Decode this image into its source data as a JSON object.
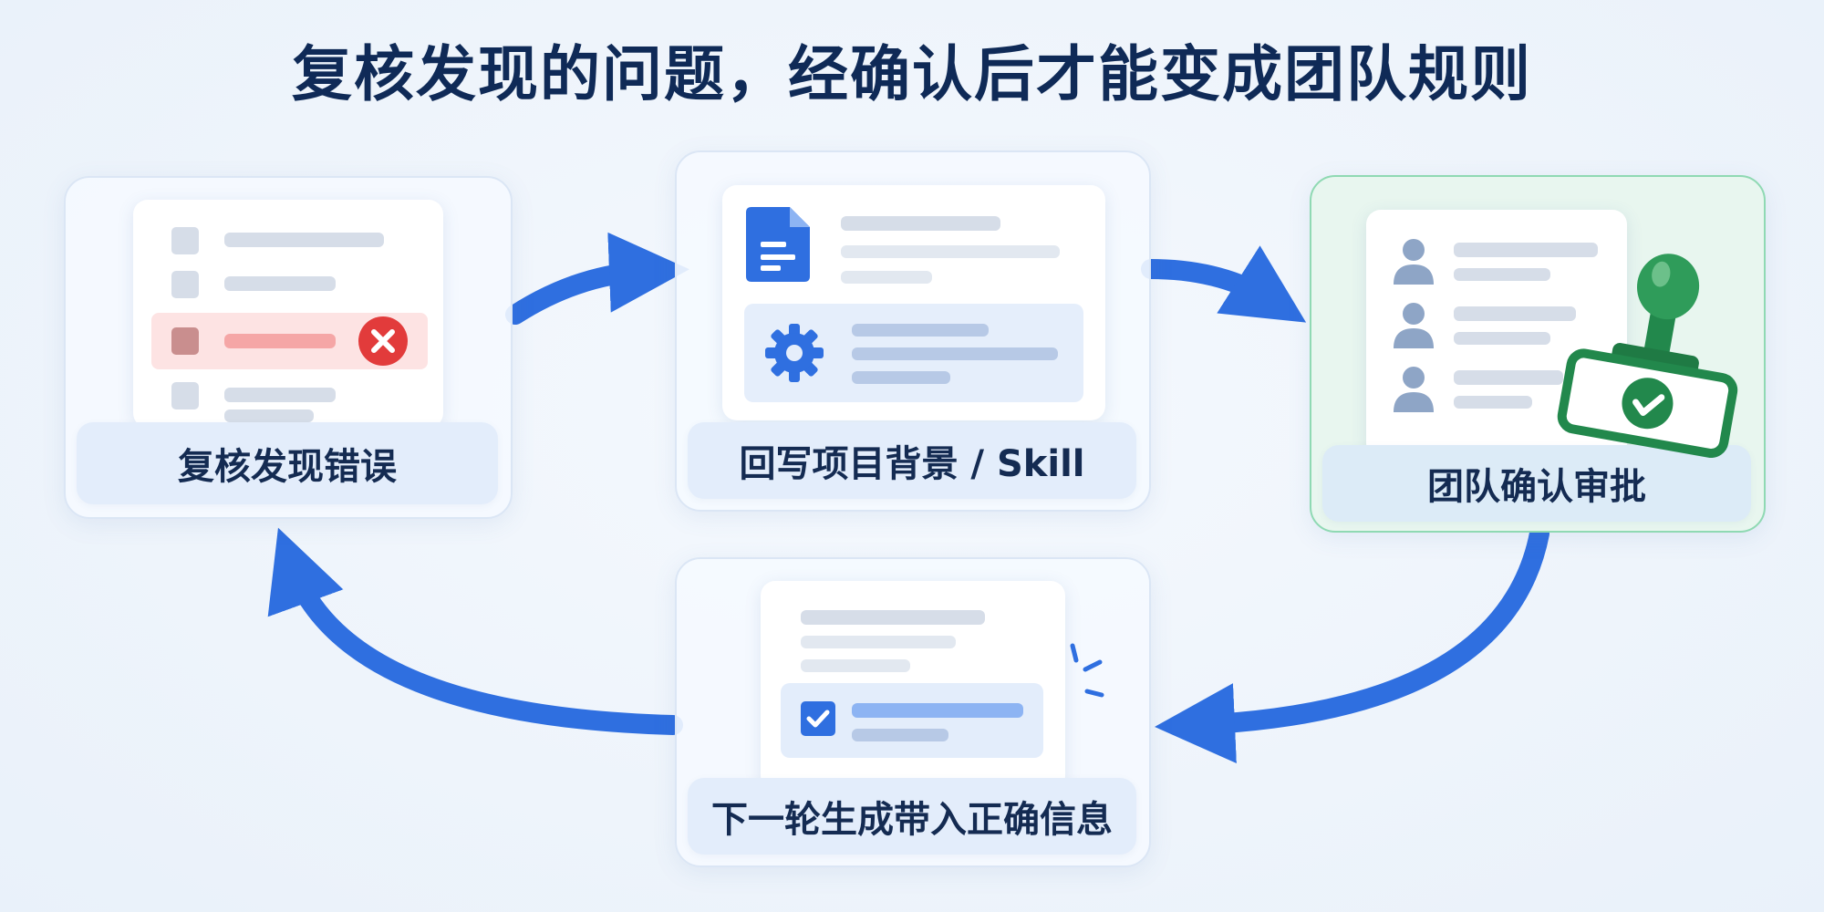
{
  "title": "复核发现的问题，经确认后才能变成团队规则",
  "steps": [
    {
      "label": "复核发现错误"
    },
    {
      "label": "回写项目背景 / Skill"
    },
    {
      "label": "团队确认审批"
    },
    {
      "label": "下一轮生成带入正确信息"
    }
  ],
  "icons": [
    "error-x-icon",
    "document-icon",
    "gear-icon",
    "user-icon",
    "approval-stamp-icon",
    "checkbox-checked-icon",
    "sparkle-icon",
    "flow-arrow"
  ],
  "colors": {
    "title": "#0f2a57",
    "arrow": "#2f6fe0",
    "error": "#e23b3b",
    "error_row": "#fde3e3",
    "stamp_green": "#22884c",
    "accent_blue": "#2f6fe0"
  }
}
